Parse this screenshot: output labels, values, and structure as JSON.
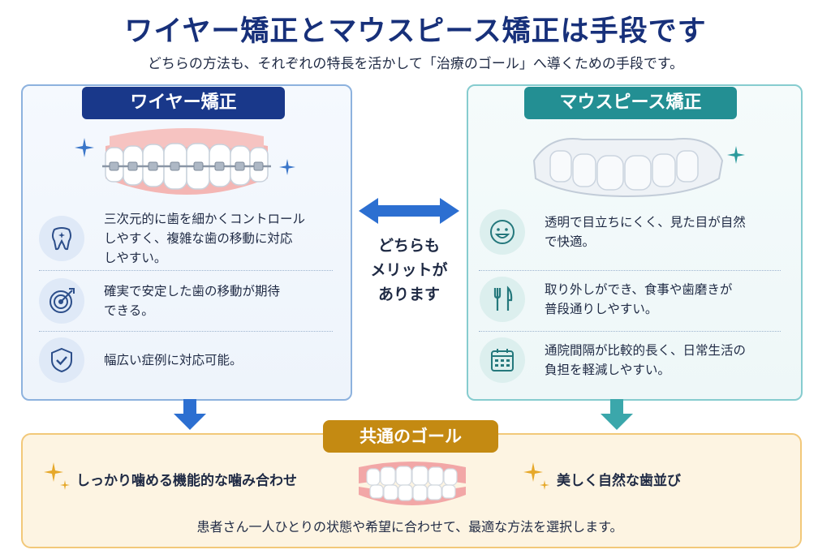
{
  "title": "ワイヤー矯正とマウスピース矯正は手段です",
  "subtitle": "どちらの方法も、それぞれの特長を活かして「治療のゴール」へ導くための手段です。",
  "left": {
    "title": "ワイヤー矯正",
    "features": [
      {
        "icon": "tooth-sparkle-icon",
        "line1": "三次元的に歯を細かくコントロール",
        "line2": "しやすく、複雑な歯の移動に対応",
        "line3": "しやすい。"
      },
      {
        "icon": "target-icon",
        "line1": "確実で安定した歯の移動が期待",
        "line2": "できる。"
      },
      {
        "icon": "shield-check-icon",
        "line1": "幅広い症例に対応可能。"
      }
    ]
  },
  "right": {
    "title": "マウスピース矯正",
    "features": [
      {
        "icon": "smiling-face-icon",
        "line1": "透明で目立ちにくく、見た目が自然",
        "line2": "で快適。"
      },
      {
        "icon": "fork-knife-icon",
        "line1": "取り外しができ、食事や歯磨きが",
        "line2": "普段通りしやすい。"
      },
      {
        "icon": "calendar-icon",
        "line1": "通院間隔が比較的長く、日常生活の",
        "line2": "負担を軽減しやすい。"
      }
    ]
  },
  "center": {
    "line1": "どちらも",
    "line2": "メリットが",
    "line3": "あります"
  },
  "goal": {
    "title": "共通のゴール",
    "item1": "しっかり噛める機能的な噛み合わせ",
    "item2": "美しく自然な歯並び",
    "footer": "患者さん一人ひとりの状態や希望に合わせて、最適な方法を選択します。"
  },
  "colors": {
    "navy": "#19388a",
    "teal": "#238f93",
    "gold": "#c48a12",
    "arrow_blue": "#2c6fd1"
  }
}
